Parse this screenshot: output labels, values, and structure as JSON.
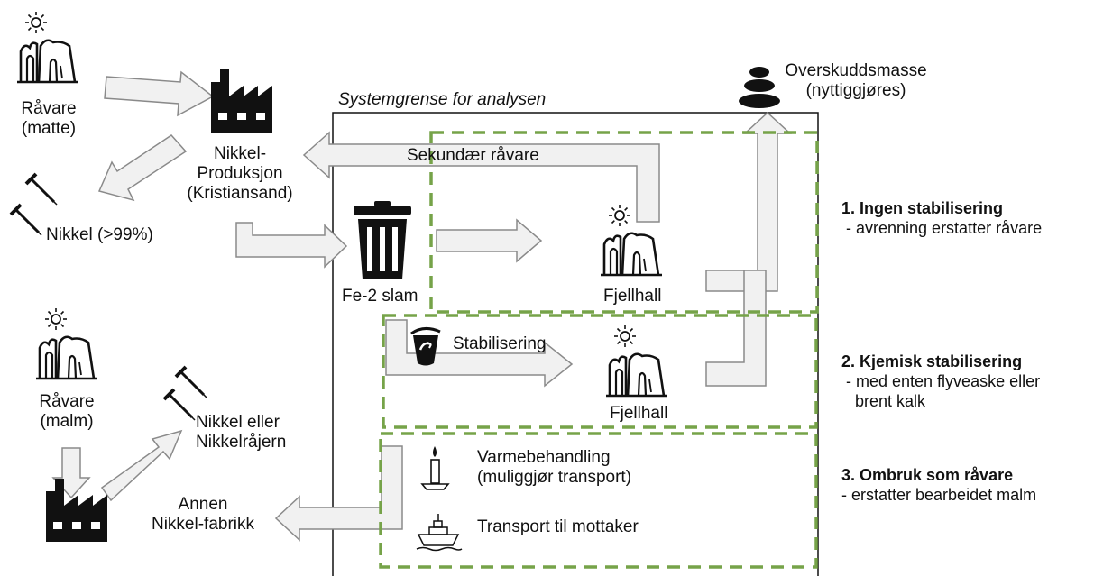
{
  "colors": {
    "arrow_fill": "#f1f1f1",
    "arrow_stroke": "#8a8a8a",
    "dashed_box": "#76a349",
    "icon": "#111111"
  },
  "icons": [
    "sun-icon",
    "rock-formation-icon",
    "factory-icon",
    "nail-icon",
    "trash-bin-icon",
    "stacked-stones-icon",
    "chemical-bucket-icon",
    "candle-icon",
    "ship-icon"
  ],
  "labels": {
    "ravare_matte_1": "Råvare",
    "ravare_matte_2": "(matte)",
    "nikkel_prod_1": "Nikkel-",
    "nikkel_prod_2": "Produksjon",
    "nikkel_prod_3": "(Kristiansand)",
    "nikkel_99": "Nikkel (>99%)",
    "system_boundary": "Systemgrense for analysen",
    "overskudd_1": "Overskuddsmasse",
    "overskudd_2": "(nyttiggjøres)",
    "sekundaer": "Sekundær råvare",
    "fe2_slam": "Fe-2 slam",
    "fjellhall_1": "Fjellhall",
    "fjellhall_2": "Fjellhall",
    "stabilisering": "Stabilisering",
    "ravare_malm_1": "Råvare",
    "ravare_malm_2": "(malm)",
    "nikkel_eller_1": "Nikkel eller",
    "nikkel_eller_2": "Nikkelråjern",
    "annen_1": "Annen",
    "annen_2": "Nikkel-fabrikk",
    "varme_1": "Varmebehandling",
    "varme_2": "(muliggjør transport)",
    "transport": "Transport til mottaker"
  },
  "scenarios": [
    {
      "title": "1.   Ingen stabilisering",
      "desc": [
        " - avrenning erstatter råvare"
      ]
    },
    {
      "title": "2. Kjemisk stabilisering",
      "desc": [
        " - med enten flyveaske eller",
        "   brent kalk"
      ]
    },
    {
      "title": "3. Ombruk som råvare",
      "desc": [
        "- erstatter bearbeidet malm"
      ]
    }
  ]
}
